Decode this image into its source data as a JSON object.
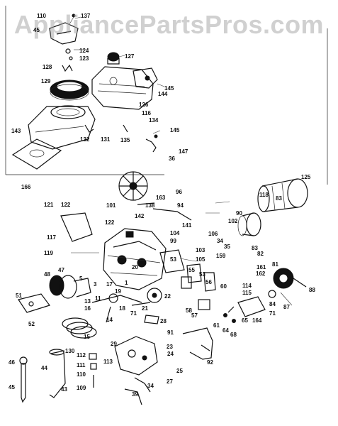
{
  "watermark": "AppliancePartsPros.com",
  "colors": {
    "ink": "#111111",
    "paper": "#ffffff",
    "watermark": "#aaaaaa"
  },
  "callouts": [
    {
      "id": "c110",
      "text": "110"
    },
    {
      "id": "c137",
      "text": "137"
    },
    {
      "id": "c45a",
      "text": "45"
    },
    {
      "id": "c124",
      "text": "124"
    },
    {
      "id": "c123",
      "text": "123"
    },
    {
      "id": "c127",
      "text": "127"
    },
    {
      "id": "c128",
      "text": "128"
    },
    {
      "id": "c129",
      "text": "129"
    },
    {
      "id": "c144",
      "text": "144"
    },
    {
      "id": "c145a",
      "text": "145"
    },
    {
      "id": "c126",
      "text": "126"
    },
    {
      "id": "c116",
      "text": "116"
    },
    {
      "id": "c134a",
      "text": "134"
    },
    {
      "id": "c143",
      "text": "143"
    },
    {
      "id": "c132",
      "text": "132"
    },
    {
      "id": "c131",
      "text": "131"
    },
    {
      "id": "c135",
      "text": "135"
    },
    {
      "id": "c145b",
      "text": "145"
    },
    {
      "id": "c147",
      "text": "147"
    },
    {
      "id": "c36",
      "text": "36"
    },
    {
      "id": "c166",
      "text": "166"
    },
    {
      "id": "c125",
      "text": "125"
    },
    {
      "id": "c96",
      "text": "96"
    },
    {
      "id": "c118",
      "text": "118"
    },
    {
      "id": "c163",
      "text": "163"
    },
    {
      "id": "c83a",
      "text": "83"
    },
    {
      "id": "c121",
      "text": "121"
    },
    {
      "id": "c122a",
      "text": "122"
    },
    {
      "id": "c101",
      "text": "101"
    },
    {
      "id": "c138",
      "text": "138"
    },
    {
      "id": "c94",
      "text": "94"
    },
    {
      "id": "c142",
      "text": "142"
    },
    {
      "id": "c90",
      "text": "90"
    },
    {
      "id": "c102",
      "text": "102"
    },
    {
      "id": "c122b",
      "text": "122"
    },
    {
      "id": "c141",
      "text": "141"
    },
    {
      "id": "c117",
      "text": "117"
    },
    {
      "id": "c104",
      "text": "104"
    },
    {
      "id": "c106",
      "text": "106"
    },
    {
      "id": "c34",
      "text": "34"
    },
    {
      "id": "c35",
      "text": "35"
    },
    {
      "id": "c99",
      "text": "99"
    },
    {
      "id": "c103",
      "text": "103"
    },
    {
      "id": "c105",
      "text": "105"
    },
    {
      "id": "c159",
      "text": "159"
    },
    {
      "id": "c83b",
      "text": "83"
    },
    {
      "id": "c82",
      "text": "82"
    },
    {
      "id": "c119",
      "text": "119"
    },
    {
      "id": "c53a",
      "text": "53"
    },
    {
      "id": "c20",
      "text": "20"
    },
    {
      "id": "c55",
      "text": "55"
    },
    {
      "id": "c53b",
      "text": "53"
    },
    {
      "id": "c81",
      "text": "81"
    },
    {
      "id": "c161",
      "text": "161"
    },
    {
      "id": "c162",
      "text": "162"
    },
    {
      "id": "c48",
      "text": "48"
    },
    {
      "id": "c47",
      "text": "47"
    },
    {
      "id": "c5",
      "text": "5"
    },
    {
      "id": "c3",
      "text": "3"
    },
    {
      "id": "c1",
      "text": "1"
    },
    {
      "id": "c17",
      "text": "17"
    },
    {
      "id": "c114",
      "text": "114"
    },
    {
      "id": "c115",
      "text": "115"
    },
    {
      "id": "c56",
      "text": "56"
    },
    {
      "id": "c60",
      "text": "60"
    },
    {
      "id": "c88",
      "text": "88"
    },
    {
      "id": "c51",
      "text": "51"
    },
    {
      "id": "c13",
      "text": "13"
    },
    {
      "id": "c11",
      "text": "11"
    },
    {
      "id": "c19",
      "text": "19"
    },
    {
      "id": "c22",
      "text": "22"
    },
    {
      "id": "c84",
      "text": "84"
    },
    {
      "id": "c87",
      "text": "87"
    },
    {
      "id": "c16",
      "text": "16"
    },
    {
      "id": "c58",
      "text": "58"
    },
    {
      "id": "c57",
      "text": "57"
    },
    {
      "id": "c18",
      "text": "18"
    },
    {
      "id": "c21",
      "text": "21"
    },
    {
      "id": "c71a",
      "text": "71"
    },
    {
      "id": "c71b",
      "text": "71"
    },
    {
      "id": "c65",
      "text": "65"
    },
    {
      "id": "c164",
      "text": "164"
    },
    {
      "id": "c52",
      "text": "52"
    },
    {
      "id": "c14",
      "text": "14"
    },
    {
      "id": "c28",
      "text": "28"
    },
    {
      "id": "c61",
      "text": "61"
    },
    {
      "id": "c64",
      "text": "64"
    },
    {
      "id": "c68",
      "text": "68"
    },
    {
      "id": "c15",
      "text": "15"
    },
    {
      "id": "c91",
      "text": "91"
    },
    {
      "id": "c29",
      "text": "29"
    },
    {
      "id": "c23",
      "text": "23"
    },
    {
      "id": "c46",
      "text": "46"
    },
    {
      "id": "c130",
      "text": "130"
    },
    {
      "id": "c112",
      "text": "112"
    },
    {
      "id": "c113",
      "text": "113"
    },
    {
      "id": "c24",
      "text": "24"
    },
    {
      "id": "c92",
      "text": "92"
    },
    {
      "id": "c44",
      "text": "44"
    },
    {
      "id": "c111",
      "text": "111"
    },
    {
      "id": "c110b",
      "text": "110"
    },
    {
      "id": "c25",
      "text": "25"
    },
    {
      "id": "c27",
      "text": "27"
    },
    {
      "id": "c109",
      "text": "109"
    },
    {
      "id": "c34b",
      "text": "34"
    },
    {
      "id": "c45b",
      "text": "45"
    },
    {
      "id": "c43",
      "text": "43"
    },
    {
      "id": "c39",
      "text": "39"
    }
  ]
}
